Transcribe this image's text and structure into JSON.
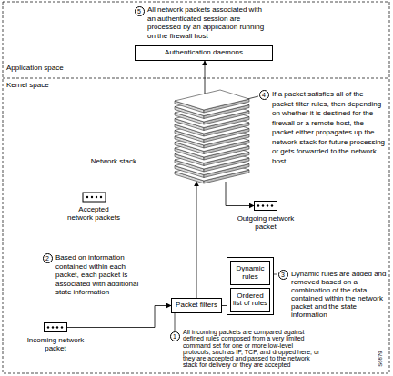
{
  "diagram": {
    "nodes": [
      {
        "text": [
          "Authentication daemons"
        ]
      },
      {
        "text": [
          "Network stack"
        ]
      },
      {
        "text": [
          "Outgoing network packet"
        ]
      },
      {
        "text": []
      },
      {
        "text": [
          "Dynamic rules"
        ],
        "in": 3
      },
      {
        "text": [
          "Ordered list of rules"
        ],
        "in": 3
      },
      {
        "text": [
          "Packet filters"
        ]
      },
      {
        "text": [
          "Incoming network packet"
        ]
      }
    ],
    "edges": [
      {
        "from": 7,
        "to": 6,
        "arrow": "to"
      },
      {
        "from": 6,
        "to": 1,
        "arrow": "to"
      },
      {
        "from": 1,
        "to": 0,
        "arrow": "to"
      },
      {
        "from": 1,
        "to": 2,
        "arrow": "to"
      },
      {
        "from": 6,
        "to": 3,
        "arrow": "none"
      }
    ],
    "labels": [
      "Application space",
      "Kernel space",
      "5",
      "All network packets associated with an authenticated session are processed by an application running on the firewall host",
      "4",
      "If a packet satisfies all of the packet filter rules, then depending on whether it is destined for the firewall or a remote host, the packet either propagates up the network stack for future processing or gets forwarded to the network host",
      "2",
      "Based on information contained within each packet, each packet is associated with additional state information",
      "3",
      "Dynamic rules are added and removed based on a combination of the data contained within the network packet and the state information",
      "1",
      "All incoming packets are compared against defined rules composed from a very limited command set for one or more low-level protocols, such as IP, TCP, and dropped here, or they are accepted and passed to the network stack for delivery or they are accepted",
      "S6879"
    ],
    "legend": [
      {
        "text": "Accepted network packets"
      }
    ]
  }
}
